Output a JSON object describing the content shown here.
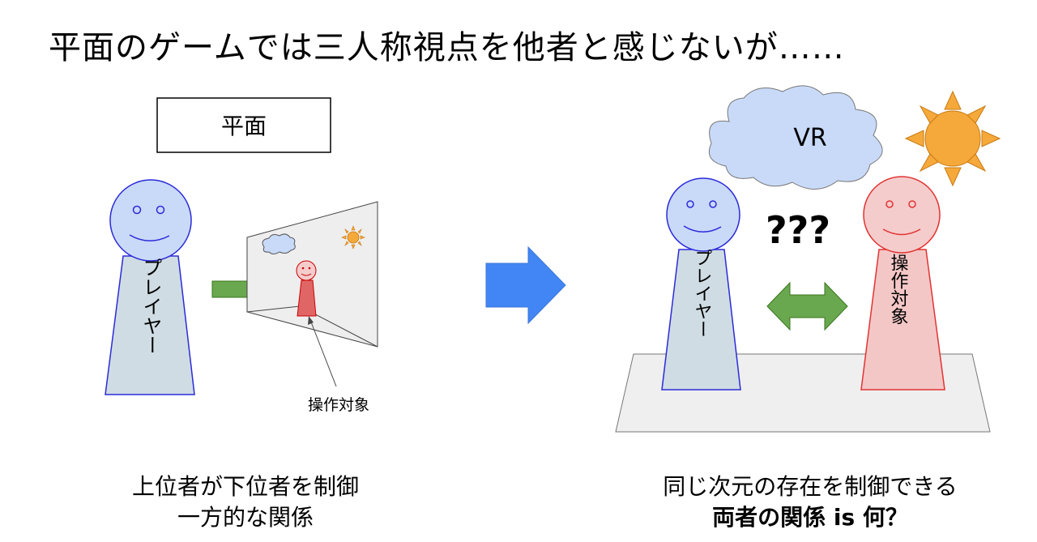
{
  "title": "平面のゲームでは三人称視点を他者と感じないが……",
  "left": {
    "box_label": "平面",
    "player_label": "プレイヤー",
    "target_label": "操作対象",
    "caption_line1": "上位者が下位者を制御",
    "caption_line2": "一方的な関係"
  },
  "right": {
    "cloud_label": "VR",
    "question": "???",
    "player_label": "プレイヤー",
    "target_label": "操作対象",
    "caption_line1": "同じ次元の存在を制御できる",
    "caption_line2": "両者の関係 is 何？"
  },
  "colors": {
    "player_fill": "#cfdce3",
    "player_stroke": "#2b2bd9",
    "player_head": "#c9d9f8",
    "target_fill": "#f4c7c7",
    "target_stroke": "#e23333",
    "green_arrow": "#6aa84f",
    "blue_arrow": "#4285f4",
    "sun": "#f6a93b",
    "cloud": "#c9daf8",
    "floor": "#efefef"
  }
}
